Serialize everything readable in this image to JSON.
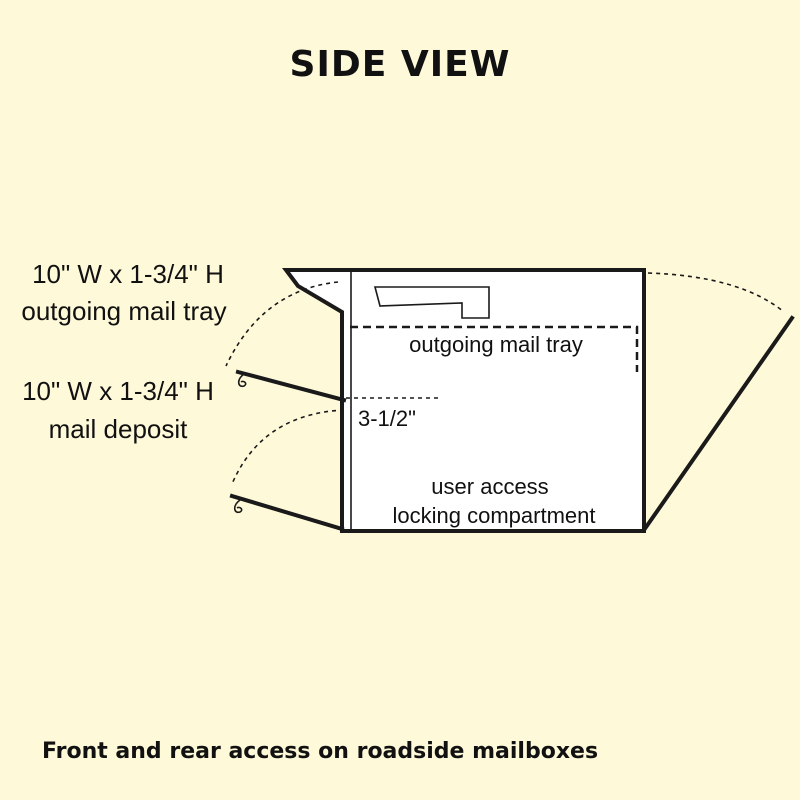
{
  "title": "SIDE VIEW",
  "labels": {
    "outgoing_tray_size": "10\" W x 1-3/4\" H",
    "outgoing_tray_name": "outgoing mail tray",
    "deposit_size": "10\" W x 1-3/4\" H",
    "deposit_name": "mail deposit",
    "inner_tray": "outgoing mail tray",
    "height_dim": "3-1/2\"",
    "compartment_line1": "user access",
    "compartment_line2": "locking compartment"
  },
  "caption": "Front and rear access on roadside mailboxes",
  "colors": {
    "background": "#fef9d9",
    "box_fill": "#ffffff",
    "ink": "#1a1a1a"
  }
}
